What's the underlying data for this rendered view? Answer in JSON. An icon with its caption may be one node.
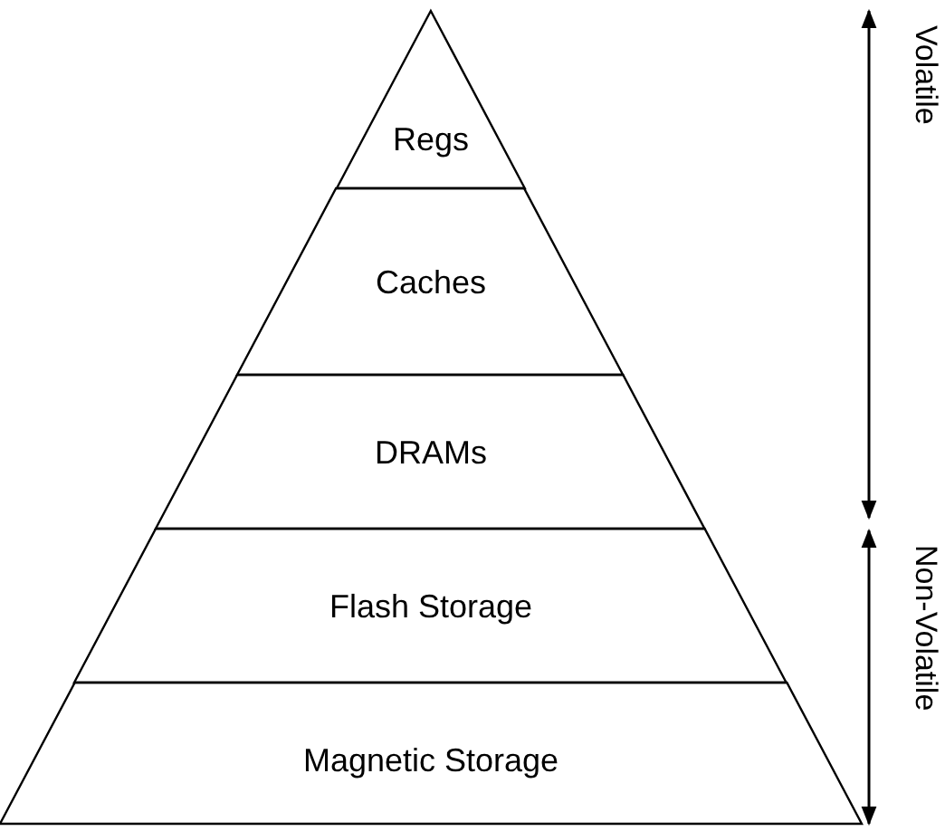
{
  "diagram": {
    "nodes": [
      {
        "text": [
          "Regs"
        ]
      },
      {
        "text": [
          "Caches"
        ]
      },
      {
        "text": [
          "DRAMs"
        ]
      },
      {
        "text": [
          "Flash Storage"
        ]
      },
      {
        "text": [
          "Magnetic Storage"
        ]
      }
    ],
    "labels": [
      "Volatile",
      "Non-Volatile"
    ]
  }
}
